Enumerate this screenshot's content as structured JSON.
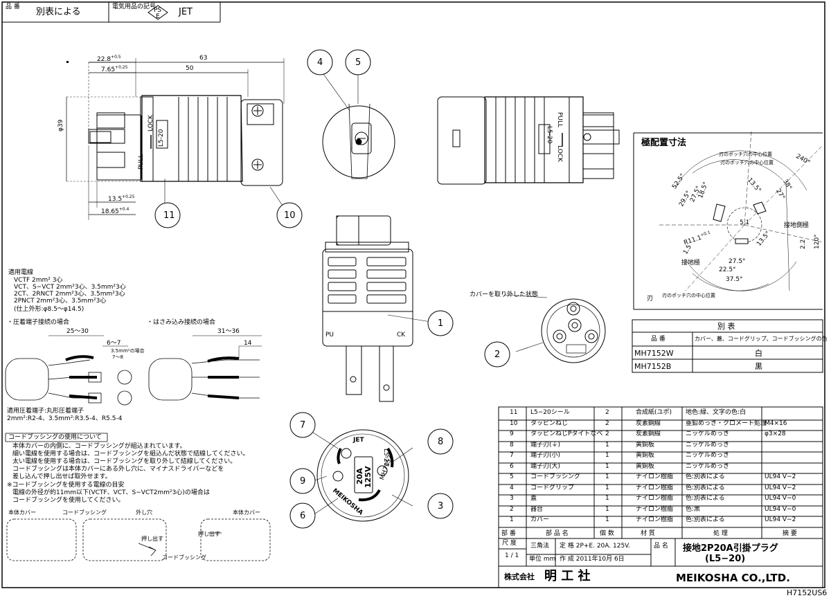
{
  "title_block": {
    "hinban_label": "品 番",
    "hinban_value": "別表による",
    "mark_label": "電気用品の記号",
    "pse_top": "PS",
    "pse_bottom": "E",
    "jet": "JET"
  },
  "dimensions": {
    "d228": "22.8",
    "d228_tol": "+0.5",
    "d765": "7.65",
    "d765_tol": "+0.25",
    "d63": "63",
    "d50": "50",
    "d39": "φ39",
    "d135": "13.5",
    "d135_tol": "+0.25",
    "d1865": "18.65",
    "d1865_tol": "+0.4"
  },
  "balloons": {
    "b11": "11",
    "b10": "10",
    "b4": "4",
    "b5": "5",
    "b1": "1",
    "b2": "2",
    "b7": "7",
    "b8": "8",
    "b9": "9",
    "b6": "6",
    "b3": "3"
  },
  "plug_labels": {
    "lock": "LOCK",
    "pull": "PULL",
    "seal": "L5-20",
    "pu": "PU",
    "ck": "CK"
  },
  "face_labels": {
    "jet": "JET",
    "rating1": "20A",
    "rating2": "125V",
    "type": "L5-20",
    "model": "MH7152",
    "brand": "MEIKOSHA"
  },
  "cover_removed": "カバーを取り外した状態",
  "pole_layout": {
    "title": "極配置寸法",
    "note1": "刃のポッチ穴の中心位置",
    "note2": "刃のポッチ穴の中心位置",
    "note3": "刃のポッチ穴の中心位置",
    "blade": "刃",
    "ground_blade": "接地極",
    "ground_side": "接地側極",
    "a240": "240°",
    "a525": "52.5°",
    "a295": "29.5°",
    "a275a": "27.5°",
    "a185": "18.5°",
    "a135a": "13.5°",
    "a38": "38°",
    "a27": "27°",
    "r111": "R11.1",
    "r111_tol": "+0.1",
    "d51": "5.1",
    "d15": "1.5",
    "a135b": "13.5°",
    "d22": "2.2",
    "a120": "120°",
    "a275b": "27.5°",
    "a225": "22.5°",
    "a375": "37.5°"
  },
  "wires": {
    "title": "適用電線",
    "l1": "VCTF 2mm² 3心",
    "l2": "VCT、S−VCT 2mm²3心、3.5mm²3心",
    "l3": "2CT、2RNCT 2mm²3心、3.5mm²3心",
    "l4": "2PNCT 2mm²3心、3.5mm²3心",
    "l5": "(仕上外形:φ8.5〜φ14.5)",
    "crimp": "・圧着端子接続の場合",
    "clamp": "・はさみ込み接続の場合",
    "c_25_30": "25〜30",
    "c_6_7": "6〜7",
    "c_note": "3.5mm²の場合",
    "c_7_8": "7〜8",
    "c_31_36": "31〜36",
    "c_14": "14",
    "term1": "適用圧着端子:丸形圧着端子",
    "term2": "2mm²:R2-4、3.5mm²:R3.5-4、R5.5-4"
  },
  "bushing": {
    "title": "コードブッシングの使用について",
    "l1": "本体カバーの内側に、コードブッシングが組込まれています。",
    "l2": "細い電線を使用する場合は、コードブッシングを組込んだ状態で結線してください。",
    "l3": "太い電線を使用する場合は、コードブッシングを取り外して結線してください。",
    "l4": "コードブッシングは本体カバーにある外し穴に、マイナスドライバーなどを",
    "l5": "差し込んで押し出せば取外せます。",
    "l6": "※コードブッシングを使用する電線の目安",
    "l7": "電線の外径が約11mm以下(VCTF、VCT、S−VCT2mm²3心)の場合は",
    "l8": "コードブッシングを使用してください。",
    "cap_body1": "本体カバー",
    "cap_bush1": "コードブッシング",
    "cap_hole": "外し穴",
    "cap_push1": "押し出す",
    "cap_bush2": "コードブッシング",
    "cap_push2": "押し出す",
    "cap_body2": "本体カバー"
  },
  "variants": {
    "title": "別 表",
    "h1": "品 番",
    "h2": "カバー、蓋、コードグリップ、コードブッシングの色",
    "rows": [
      {
        "code": "MH7152W",
        "color": "白"
      },
      {
        "code": "MH7152B",
        "color": "黒"
      }
    ]
  },
  "bom": {
    "rows": [
      {
        "no": "11",
        "name": "L5−20シール",
        "qty": "2",
        "mat": "合成紙(ユポ)",
        "proc": "地色:緑、文字の色:白",
        "spec": ""
      },
      {
        "no": "10",
        "name": "タッピンねじ",
        "qty": "2",
        "mat": "炭素鋼線",
        "proc": "亜鉛めっき・クロメート処理",
        "spec": "M4×16"
      },
      {
        "no": "9",
        "name": "タッピンねじPタイトなべ",
        "qty": "2",
        "mat": "炭素鋼線",
        "proc": "ニッケルめっき",
        "spec": "φ3×28"
      },
      {
        "no": "8",
        "name": "端子刃(⏚)",
        "qty": "1",
        "mat": "黄銅板",
        "proc": "ニッケルめっき",
        "spec": ""
      },
      {
        "no": "7",
        "name": "端子刃(小)",
        "qty": "1",
        "mat": "黄銅板",
        "proc": "ニッケルめっき",
        "spec": ""
      },
      {
        "no": "6",
        "name": "端子刃(大)",
        "qty": "1",
        "mat": "黄銅板",
        "proc": "ニッケルめっき",
        "spec": ""
      },
      {
        "no": "5",
        "name": "コードブッシング",
        "qty": "1",
        "mat": "ナイロン樹脂",
        "proc": "色:別表による",
        "spec": "UL94 V−2"
      },
      {
        "no": "4",
        "name": "コードグリップ",
        "qty": "1",
        "mat": "ナイロン樹脂",
        "proc": "色:別表による",
        "spec": "UL94 V−2"
      },
      {
        "no": "3",
        "name": "蓋",
        "qty": "1",
        "mat": "ナイロン樹脂",
        "proc": "色:別表による",
        "spec": "UL94 V−0"
      },
      {
        "no": "2",
        "name": "器台",
        "qty": "1",
        "mat": "ナイロン樹脂",
        "proc": "色:黒",
        "spec": "UL94 V−0"
      },
      {
        "no": "1",
        "name": "カバー",
        "qty": "1",
        "mat": "ナイロン樹脂",
        "proc": "色:別表による",
        "spec": "UL94 V−2"
      }
    ],
    "h_no": "部 番",
    "h_name": "部 品 名",
    "h_qty": "個 数",
    "h_mat": "材 質",
    "h_proc": "処 理",
    "h_spec": "摘 要"
  },
  "title": {
    "scale_label": "尺 度",
    "scale_value": "1 / 1",
    "method": "三角法",
    "rating": "定 格 2P+E. 20A. 125V.",
    "unit": "単位 mm",
    "made": "作 成 2011年10月 6日",
    "name_label": "品 名",
    "name1": "接地2P20A引掛プラグ",
    "name2": "(L5−20)",
    "company_kana": "株式会社",
    "company": "明 工 社",
    "company_en": "MEIKOSHA CO.,LTD.",
    "drawing_no": "H7152US6"
  }
}
